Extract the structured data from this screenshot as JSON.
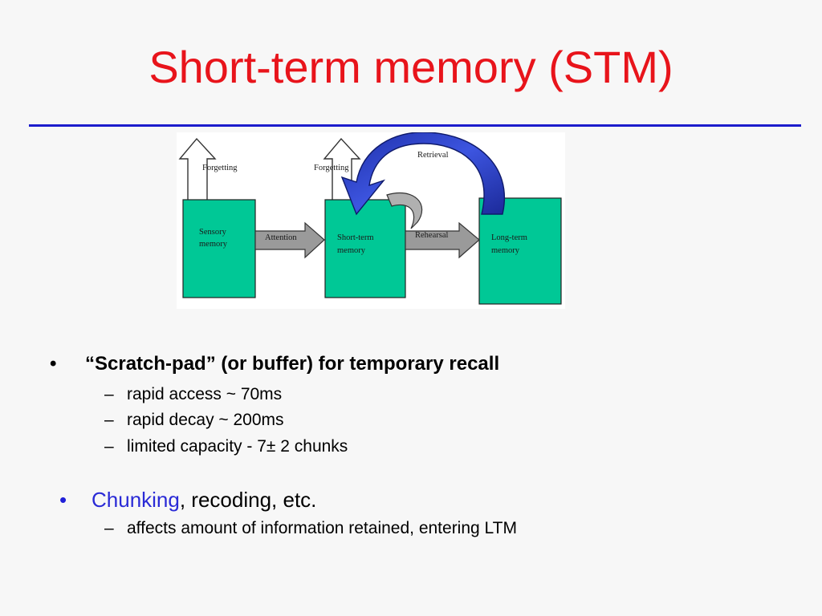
{
  "slide": {
    "title": "Short-term memory (STM)"
  },
  "diagram": {
    "sensory_line1": "Sensory",
    "sensory_line2": "memory",
    "stm_line1": "Short-term",
    "stm_line2": "memory",
    "ltm_line1": "Long-term",
    "ltm_line2": "memory",
    "forgetting_left": "Forgetting",
    "forgetting_mid": "Forgetting",
    "attention": "Attention",
    "rehearsal": "Rehearsal",
    "retrieval": "Retrieval",
    "colors": {
      "box_fill": "#00c896",
      "arrow_gray": "#9a9a9a",
      "retrieval_blue": "#2b3fc9"
    }
  },
  "bullets": [
    {
      "marker": "•",
      "text": "“Scratch-pad” (or buffer) for temporary recall",
      "subitems": [
        {
          "marker": "–",
          "text": "rapid access ~ 70ms"
        },
        {
          "marker": "–",
          "text": "rapid decay ~ 200ms"
        },
        {
          "marker": "–",
          "text": "limited capacity - 7± 2 chunks"
        }
      ]
    },
    {
      "marker": "•",
      "highlight": "Chunking",
      "text": ", recoding, etc.",
      "subitems": [
        {
          "marker": "–",
          "text": "affects amount of information retained, entering LTM"
        }
      ]
    }
  ],
  "theme": {
    "title_color": "#e8141b",
    "rule_color": "#1c1ccc",
    "highlight_color": "#2a2ad6"
  }
}
